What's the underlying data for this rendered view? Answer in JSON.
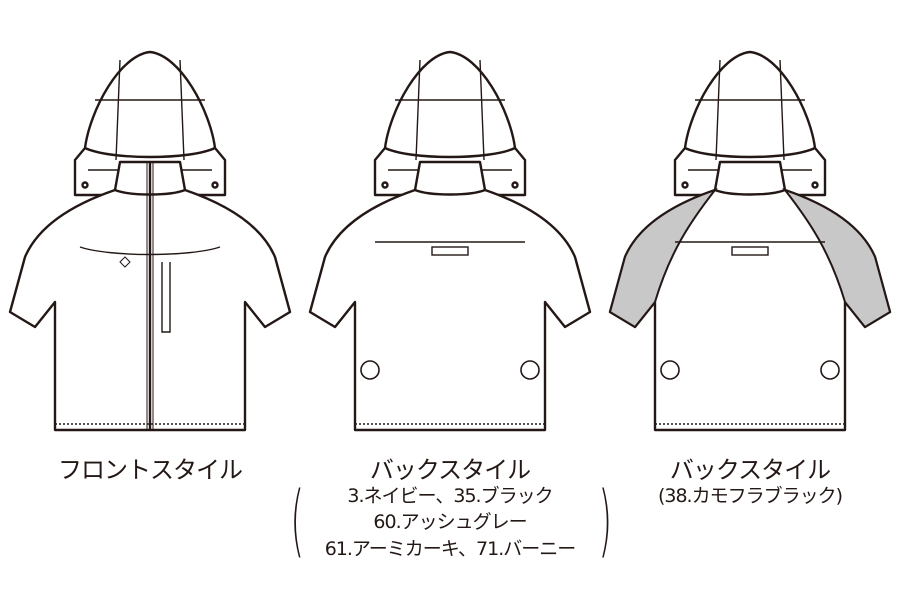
{
  "views": [
    {
      "title": "フロントスタイル"
    },
    {
      "title": "バックスタイル",
      "colors": [
        "3.ネイビー、35.ブラック",
        "60.アッシュグレー",
        "61.アーミカーキ、71.バーニー"
      ]
    },
    {
      "title": "バックスタイル",
      "colors": [
        "(38.カモフラブラック)"
      ]
    }
  ],
  "palette": {
    "line": "#231815",
    "camo_sleeve": "#c8c8c8",
    "fill": "#ffffff"
  }
}
